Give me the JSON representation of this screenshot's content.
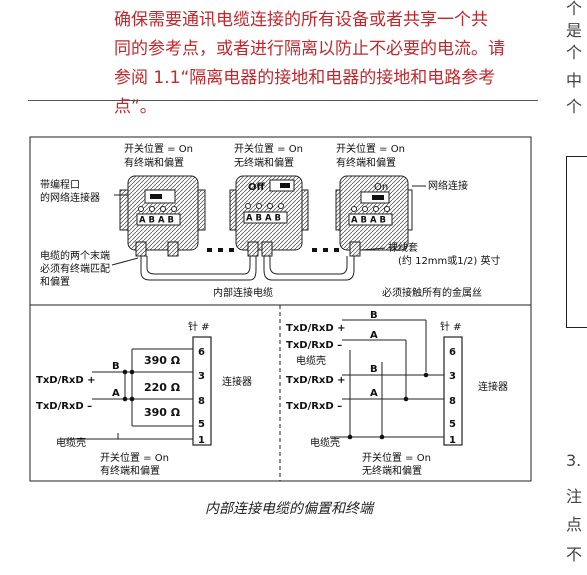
{
  "intro": {
    "lines": [
      "确保需要通讯电缆连接的所有设备或者共享一个共",
      "同的参考点，或者进行隔离以防止不必要的电流。请",
      "参阅 1.1“隔离电器的接地和电器的接地和电路参考点”。"
    ]
  },
  "right_edge": {
    "col1": [
      "个",
      "是",
      "个",
      "中",
      "个"
    ],
    "section_number": "3.",
    "col2": [
      "注",
      "点",
      "不"
    ]
  },
  "figure": {
    "top_labels": [
      {
        "line1": "开关位置 = On",
        "line2": "有终端和偏置"
      },
      {
        "line1": "开关位置 = On",
        "line2": "无终端和偏置"
      },
      {
        "line1": "开关位置 = On",
        "line2": "有终端和偏置"
      }
    ],
    "connector_switch": [
      "",
      "Off",
      "On"
    ],
    "pins": "A B A B",
    "left_callout": [
      "带编程口",
      "的网络连接器"
    ],
    "right_callout": "网络连接",
    "cable_end_note": [
      "电缆的两个末端",
      "必须有终端匹配",
      "和偏置"
    ],
    "bare_sleeve": [
      "裸线套",
      "(约 12mm或1/2) 英寸"
    ],
    "inner_cable": "内部连接电缆",
    "metal_note": "必须接触所有的金属丝",
    "left_schematic": {
      "pin_header": "针 #",
      "pins": [
        "6",
        "3",
        "8",
        "5",
        "1"
      ],
      "labels": [
        "TxD/RxD +",
        "TxD/RxD –",
        "电缆壳"
      ],
      "wire_labels": [
        "B",
        "A"
      ],
      "resistors": [
        "390 Ω",
        "220 Ω",
        "390 Ω"
      ],
      "connector": "连接器",
      "switch_line1": "开关位置 = On",
      "switch_line2": "有终端和偏置"
    },
    "right_schematic": {
      "pin_header": "针 #",
      "pins": [
        "6",
        "3",
        "8",
        "5",
        "1"
      ],
      "labels": [
        "TxD/RxD +",
        "TxD/RxD –",
        "电缆壳",
        "TxD/RxD +",
        "TxD/RxD –",
        "电缆壳"
      ],
      "wire_labels": [
        "B",
        "A",
        "B",
        "A"
      ],
      "connector": "连接器",
      "switch_line1": "开关位置 = On",
      "switch_line2": "无终端和偏置"
    }
  },
  "caption": "内部连接电缆的偏置和终端"
}
